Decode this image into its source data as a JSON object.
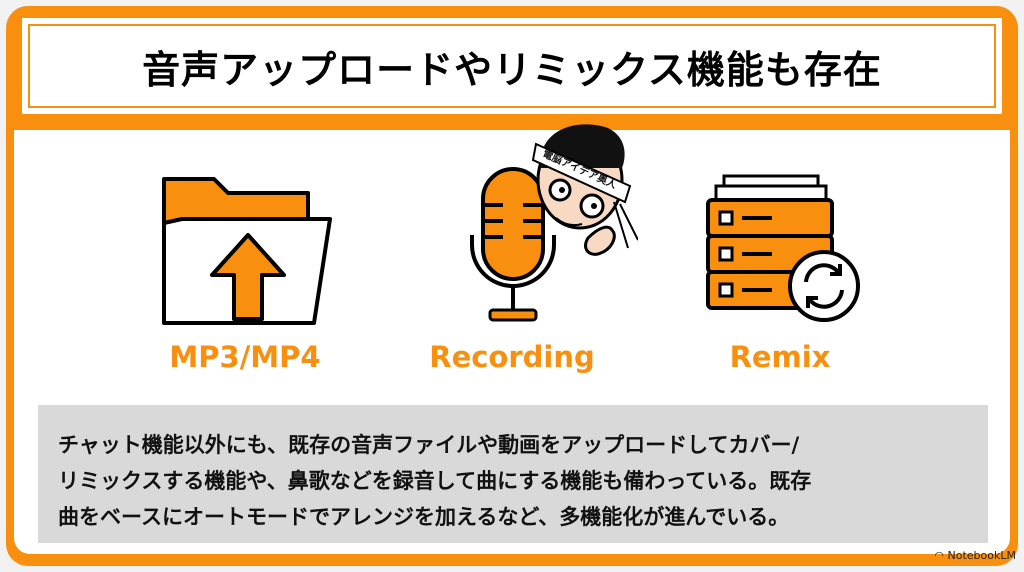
{
  "title": "音声アップロードやリミックス機能も存在",
  "features": [
    {
      "label": "MP3/MP4",
      "icon": "folder-upload-icon"
    },
    {
      "label": "Recording",
      "icon": "microphone-icon"
    },
    {
      "label": "Remix",
      "icon": "server-sync-icon"
    }
  ],
  "mascot": {
    "headband": "電脳アイデア奥人"
  },
  "description": [
    "チャット機能以外にも、既存の音声ファイルや動画をアップロードしてカバー/",
    "リミックスする機能や、鼻歌などを録音して曲にする機能も備わっている。既存",
    "曲をベースにオートモードでアレンジを加えるなど、多機能化が進んでいる。"
  ],
  "brand": "NotebookLM",
  "colors": {
    "accent": "#f88f0f",
    "box": "#d9d9d9"
  }
}
